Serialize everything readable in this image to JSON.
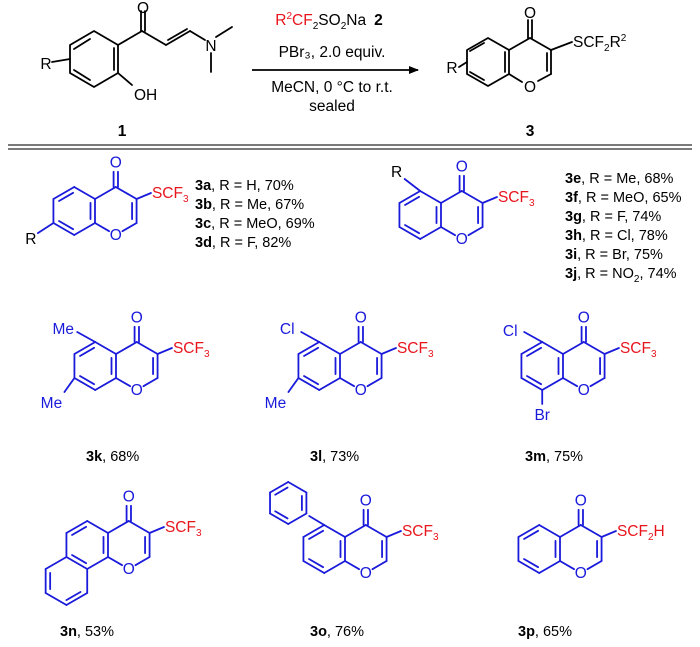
{
  "colors": {
    "scaffold": "#1a1adb",
    "substituent": "#e8141c",
    "text": "#000000",
    "rule": "#7a7a7a"
  },
  "reaction": {
    "reagent": {
      "pre": "R",
      "sup1": "2",
      "mid1": "CF",
      "sub1": "2",
      "mid2": "SO",
      "sub2": "2",
      "post": "Na",
      "number": "2"
    },
    "conditions": [
      "PBr₃, 2.0 equiv.",
      "MeCN, 0 °C to r.t.",
      "sealed"
    ],
    "substrate": {
      "number": "1",
      "group_r": "R",
      "oh": "OH",
      "nme2_n": "N"
    },
    "product": {
      "number": "3",
      "group_r": "R",
      "carbonyl_o": "O",
      "ring_o": "O",
      "sub_pre": "SCF",
      "sub_sub": "2",
      "sub_r": "R",
      "sub_sup": "2"
    }
  },
  "scope": {
    "series_a": {
      "group_r": "R",
      "entries": [
        {
          "id": "3a",
          "text": ", R = H, 70%"
        },
        {
          "id": "3b",
          "text": ", R = Me, 67%"
        },
        {
          "id": "3c",
          "text": ", R = MeO, 69%"
        },
        {
          "id": "3d",
          "text": ", R = F, 82%"
        }
      ]
    },
    "series_e": {
      "group_r": "R",
      "entries": [
        {
          "id": "3e",
          "text": ", R = Me, 68%"
        },
        {
          "id": "3f",
          "text": ", R = MeO, 65%"
        },
        {
          "id": "3g",
          "text": ", R = F, 74%"
        },
        {
          "id": "3h",
          "text": ", R = Cl, 78%"
        },
        {
          "id": "3i",
          "text": ", R = Br, 75%"
        },
        {
          "id": "3j",
          "text": ", R = NO",
          "sub": "2",
          "post": ", 74%"
        }
      ]
    },
    "singles": [
      {
        "id": "3k",
        "yield": ", 68%",
        "subst": [
          "Me",
          "Me"
        ]
      },
      {
        "id": "3l",
        "yield": ", 73%",
        "subst": [
          "Cl",
          "Me"
        ]
      },
      {
        "id": "3m",
        "yield": ", 75%",
        "subst": [
          "Cl",
          "Br"
        ]
      },
      {
        "id": "3n",
        "yield": ", 53%"
      },
      {
        "id": "3o",
        "yield": ", 76%"
      },
      {
        "id": "3p",
        "yield": ", 65%"
      }
    ],
    "atom_o": "O",
    "scf3": {
      "pre": "SCF",
      "sub": "3"
    },
    "scf2h": {
      "pre": "SCF",
      "sub": "2",
      "post": "H"
    }
  }
}
